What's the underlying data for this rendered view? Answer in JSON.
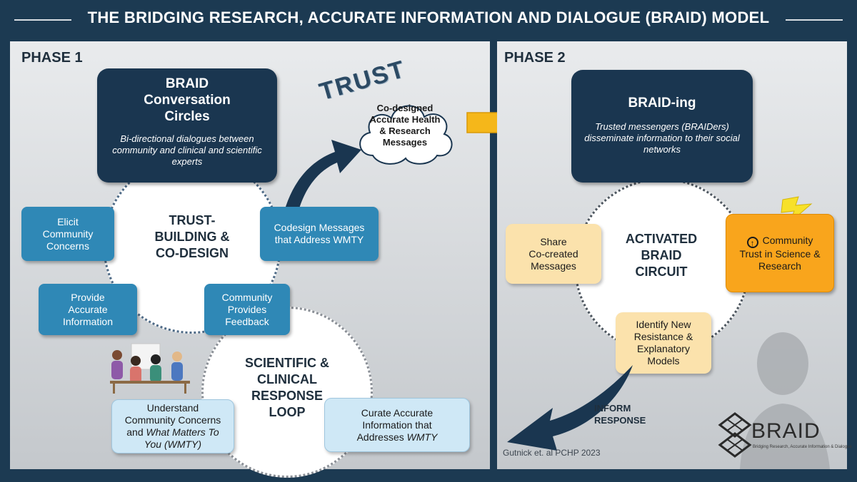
{
  "title": "THE BRIDGING RESEARCH, ACCURATE INFORMATION AND DIALOGUE (BRAID) MODEL",
  "phase1": {
    "label": "PHASE 1",
    "conversation": {
      "title": "BRAID\nConversation\nCircles",
      "desc": "Bi-directional dialogues between community and clinical and scientific experts"
    },
    "trust_word": "TRUST",
    "cloud_text": "Co-designed\nAccurate Health\n& Research\nMessages",
    "trust_circle_label": "TRUST-\nBUILDING &\nCO-DESIGN",
    "elicit": "Elicit\nCommunity\nConcerns",
    "codesign": "Codesign Messages\nthat Address WMTY",
    "provide": "Provide\nAccurate\nInformation",
    "feedback": "Community\nProvides\nFeedback",
    "sci_circle_label": "SCIENTIFIC &\nCLINICAL\nRESPONSE\nLOOP",
    "understand": {
      "line1": "Understand\nCommunity Concerns\nand ",
      "italic1": "What Matters To\nYou",
      "line2": " (WMTY)"
    },
    "curate": {
      "line1": "Curate Accurate\nInformation that\nAddresses ",
      "italic1": "WMTY"
    }
  },
  "phase2": {
    "label": "PHASE 2",
    "braiding": {
      "title": "BRAID-ing",
      "desc": "Trusted messengers (BRAIDers) disseminate information to their social networks"
    },
    "circuit_label": "ACTIVATED\nBRAID\nCIRCUIT",
    "share": "Share\nCo-created\nMessages",
    "community_trust": "Community\nTrust in Science &\nResearch",
    "identify": "Identify New\nResistance &\nExplanatory\nModels",
    "inform": "INFORM\nRESPONSE",
    "citation": "Gutnick et. al PCHP 2023",
    "logo_text": "BRAID",
    "logo_sub": "Bridging Research, Accurate Information & Dialogue"
  },
  "colors": {
    "navy": "#1a3650",
    "blue": "#2f88b6",
    "light_blue": "#cfe8f6",
    "peach": "#fbe2ac",
    "orange": "#f9a51c",
    "yellow_arrow": "#f5b71a"
  }
}
